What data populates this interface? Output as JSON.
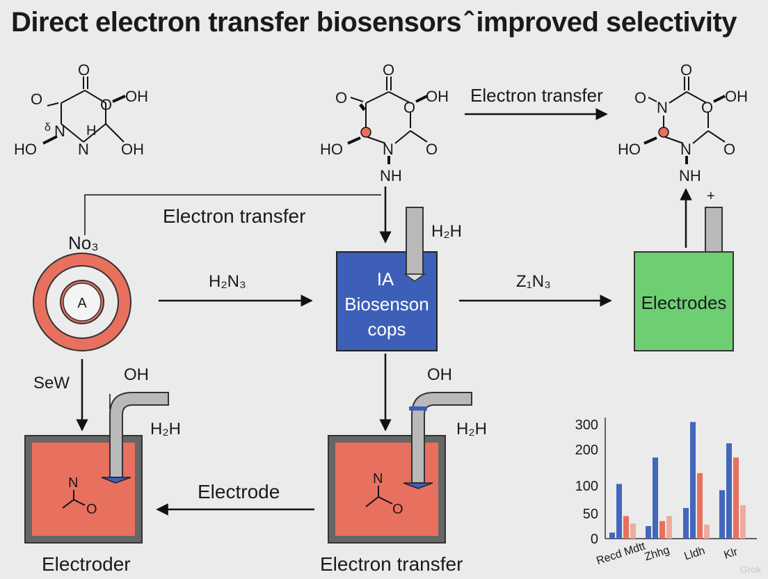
{
  "title": "Direct electron transfer biosensors ̂ improved selectivity",
  "labels": {
    "top_arrow": "Electron transfer",
    "mid_line": "Electron transfer",
    "no3": "No₃",
    "circle_center": "A",
    "h2n3": "H₂N₃",
    "h2h_top": "H₂H",
    "z1n3": "Z₁N₃",
    "sew": "SeW",
    "oh_left": "OH",
    "h2h_left": "H₂H",
    "oh_mid": "OH",
    "h2h_mid": "H₂H",
    "electrode_arrow": "Electrode",
    "electroder": "Electroder",
    "bottom_electron": "Electron transfer",
    "plus": "+"
  },
  "nodes": {
    "biosensor_lines": [
      "IA",
      "Biosenson",
      "cops"
    ],
    "electrodes": "Electrodes"
  },
  "molecules": {
    "m1": {
      "o_top": "O",
      "o_left": "O",
      "oh_right": "OH",
      "ho_left": "HO",
      "n1": "N",
      "n2": "N",
      "h": "H",
      "oh_bottom": "OH",
      "frag": "δ"
    },
    "m2": {
      "o_top": "O",
      "o_left": "O",
      "oh_right": "OH",
      "ho_left": "HO",
      "n": "N",
      "o_right": "O",
      "nh": "NH"
    },
    "m3": {
      "o_top": "O",
      "o_left": "O",
      "n_top": "N",
      "oh_right": "OH",
      "ho_left": "HO",
      "n": "N",
      "o_right": "O",
      "nh": "NH"
    },
    "small_left": {
      "n": "N",
      "o": "O"
    },
    "small_mid": {
      "n": "N",
      "o": "O"
    }
  },
  "colors": {
    "salmon": "#e8705f",
    "blue": "#3d5fb8",
    "green": "#6dcf72",
    "bar_blue": "#4466bb",
    "bar_red": "#e8705f",
    "bar_pink": "#efaa9c"
  },
  "chart_data": {
    "type": "bar",
    "yticks": [
      "300",
      "200",
      "100",
      "50",
      "0"
    ],
    "categories": [
      "Recd Mdtt",
      "Zhhg",
      "Lldh",
      "Klr"
    ],
    "series": [
      {
        "values": [
          105,
          178,
          310,
          225
        ]
      },
      {
        "values": [
          45,
          35,
          135,
          178
        ]
      },
      {
        "values": [
          30,
          45,
          28,
          65
        ]
      }
    ],
    "extra_lead": [
      12,
      25,
      60,
      92
    ]
  }
}
